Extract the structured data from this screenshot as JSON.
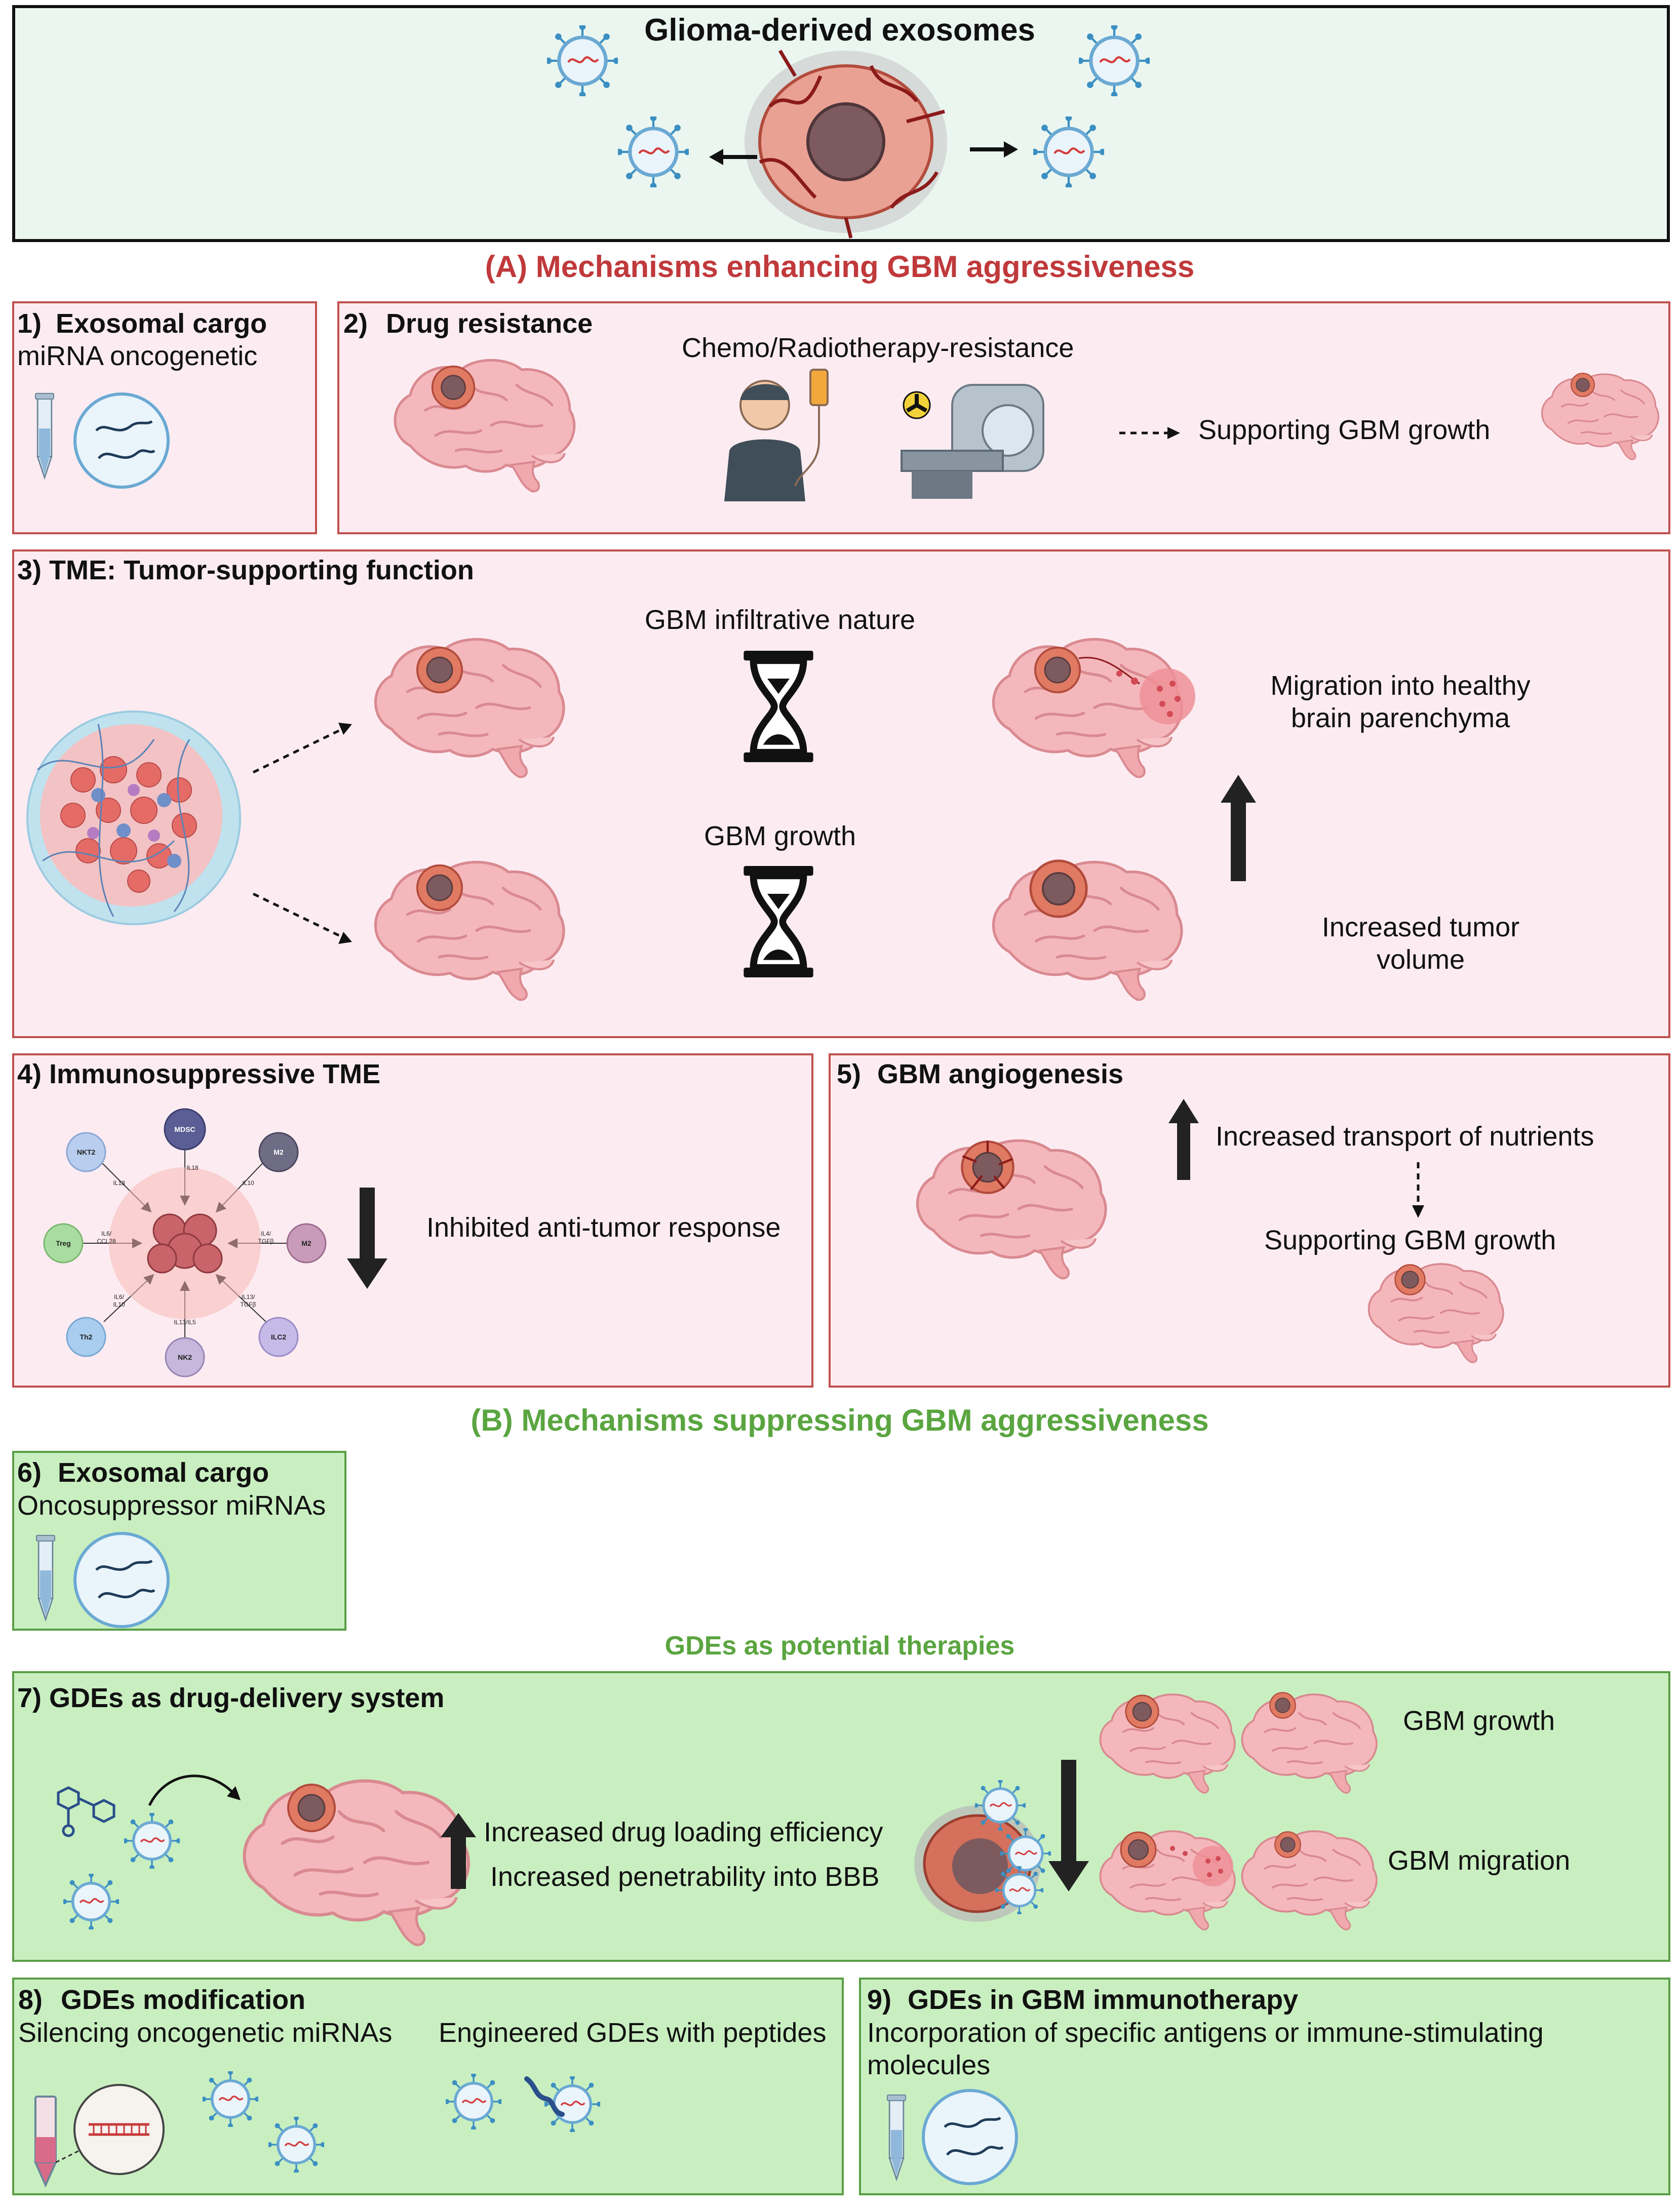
{
  "header": {
    "title": "Glioma-derived exosomes"
  },
  "section_a": {
    "title": "(A) Mechanisms enhancing GBM aggressiveness"
  },
  "p1": {
    "num": "1)",
    "title": "Exosomal cargo",
    "text": "miRNA oncogenetic"
  },
  "p2": {
    "num": "2)",
    "title": "Drug resistance",
    "subtitle": "Chemo/Radiotherapy-resistance",
    "result": "Supporting GBM growth"
  },
  "p3": {
    "title": "3) TME: Tumor-supporting function",
    "label_infiltrative": "GBM infiltrative nature",
    "label_growth": "GBM growth",
    "migration_line1": "Migration into healthy",
    "migration_line2": "brain parenchyma",
    "volume_line1": "Increased tumor",
    "volume_line2": "volume"
  },
  "p4": {
    "title": "4) Immunosuppressive TME",
    "text": "Inhibited anti-tumor response",
    "cells": [
      "NKT2",
      "MDSC",
      "M2",
      "Treg",
      "M2",
      "Th2",
      "NK2",
      "ILC2"
    ],
    "cytokines": [
      "IL13",
      "IL18",
      "IL10",
      "IL6/ CCL28",
      "IL4/ TGFβ",
      "IL6/ IL10",
      "IL13/IL5",
      "IL13/ TGFβ"
    ]
  },
  "p5": {
    "num": "5)",
    "title": "GBM angiogenesis",
    "text1": "Increased transport of nutrients",
    "text2": "Supporting GBM growth"
  },
  "section_b": {
    "title": "(B) Mechanisms suppressing GBM aggressiveness"
  },
  "p6": {
    "num": "6)",
    "title": "Exosomal cargo",
    "text": "Oncosuppressor miRNAs"
  },
  "therapies": {
    "title": "GDEs as potential therapies"
  },
  "p7": {
    "title": "7) GDEs as drug-delivery system",
    "text1": "Increased drug loading efficiency",
    "text2": "Increased penetrability into BBB",
    "growth": "GBM growth",
    "migration": "GBM migration"
  },
  "p8": {
    "num": "8)",
    "title": "GDEs modification",
    "text1": "Silencing oncogenetic miRNAs",
    "text2": "Engineered GDEs with peptides"
  },
  "p9": {
    "num": "9)",
    "title": "GDEs in GBM immunotherapy",
    "line1": "Incorporation of specific antigens or immune-stimulating",
    "line2": "molecules"
  },
  "colors": {
    "red_title": "#c0393b",
    "green_title": "#5aa540",
    "panel_red_border": "#c0504d",
    "panel_red_bg": "#fcecf2",
    "panel_green_border": "#5a9e46",
    "panel_green_bg": "#c9efc1",
    "header_bg": "#eaf6ef"
  }
}
